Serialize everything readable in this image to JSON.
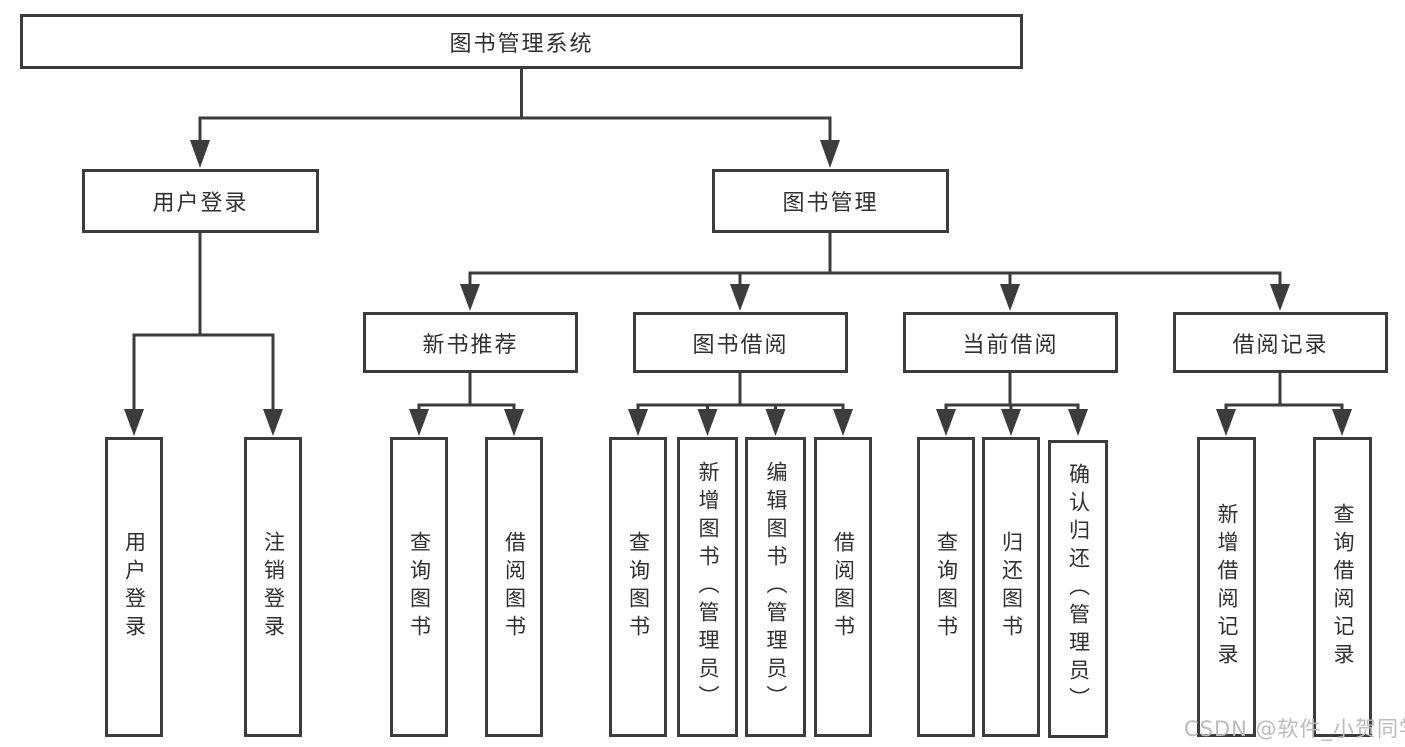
{
  "tree": {
    "root": "图书管理系统",
    "level2": [
      "用户登录",
      "图书管理"
    ],
    "level3": [
      "新书推荐",
      "图书借阅",
      "当前借阅",
      "借阅记录"
    ],
    "leaves": {
      "user_login": [
        "用户登录",
        "注销登录"
      ],
      "new_book_recommend": [
        "查询图书",
        "借阅图书"
      ],
      "book_borrowing": [
        "查询图书",
        "新增图书（管理员）",
        "编辑图书（管理员）",
        "借阅图书"
      ],
      "current_borrowing": [
        "查询图书",
        "归还图书",
        "确认归还（管理员）"
      ],
      "borrowing_records": [
        "新增借阅记录",
        "查询借阅记录"
      ]
    }
  },
  "watermark": "CSDN @软件_小贺同学",
  "colors": {
    "line": "#3c3c3c",
    "text": "#303030",
    "watermark": "#bcbcbc",
    "background": "#ffffff"
  }
}
